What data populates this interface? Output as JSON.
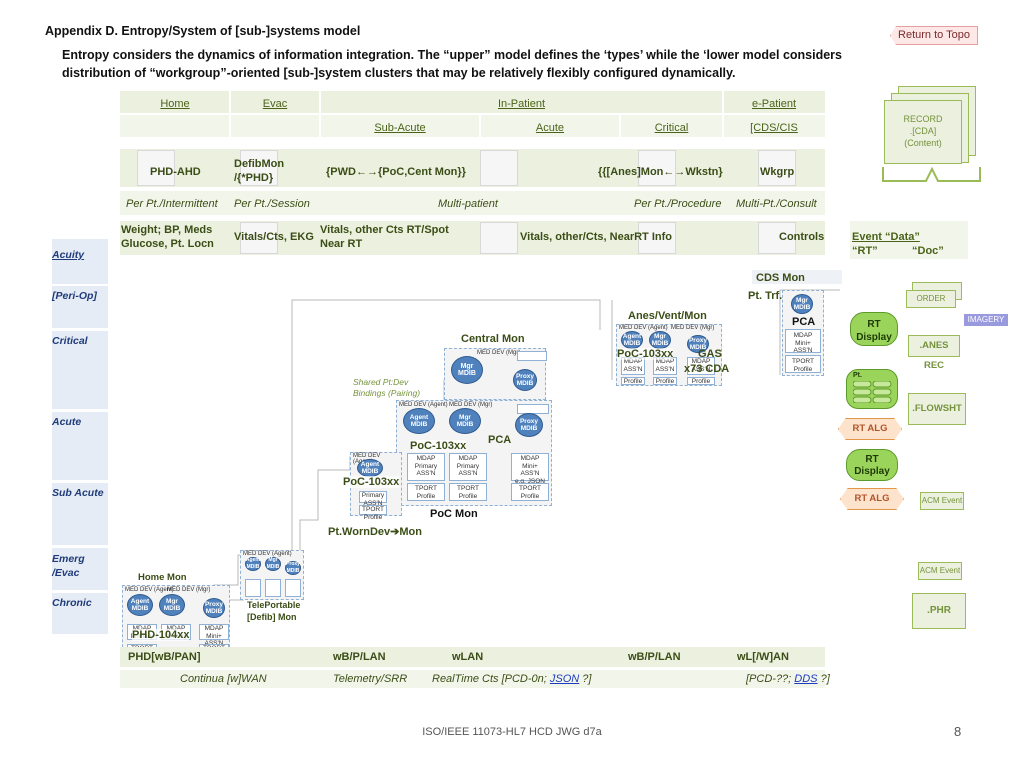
{
  "header": {
    "title": "Appendix D.  Entropy/System of [sub-]systems model",
    "intro": "Entropy considers the dynamics of information integration.  The “upper” model defines the ‘types’ while the ‘lower model considers distribution of “workgroup”-oriented  [sub-]system clusters that may be relatively flexibly configured dynamically.",
    "return_label": "Return to Topo"
  },
  "top_row": {
    "home": "Home",
    "evac": "Evac",
    "inpatient": "In-Patient",
    "epatient": "e-Patient"
  },
  "sub_row": {
    "subacute": "Sub-Acute",
    "acute": "Acute",
    "critical": "Critical",
    "cds": "[CDS/CIS"
  },
  "device_row": {
    "phd": "PHD-AHD",
    "defib": "DefibMon /{*PHD}",
    "pwd_a": "{PWD",
    "pwd_b": "{PoC,Cent Mon}}",
    "anes_a": "{{[Anes]Mon",
    "anes_b": "Wkstn}",
    "wkgrp": "Wkgrp"
  },
  "scope_row": {
    "intermittent": "Per Pt./Intermittent",
    "session": "Per Pt./Session",
    "multi": "Multi-patient",
    "procedure": "Per Pt./Procedure",
    "consult": "Multi-Pt./Consult"
  },
  "data_row": {
    "weight": "Weight; BP, Meds Glucose, Pt. Locn",
    "vitals_ekg": "Vitals/Cts, EKG",
    "vitals_rt": "Vitals, other Cts RT/Spot Near RT",
    "vitals_info": "Vitals, other/Cts, NearRT Info",
    "controls": "Controls"
  },
  "event": {
    "title": "Event “Data”",
    "rt": "“RT”",
    "doc": "“Doc”"
  },
  "record": {
    "l1": "RECORD",
    "l2": ".[CDA]",
    "l3": "(Content)"
  },
  "levels": [
    "Acuity",
    "[Peri-Op]",
    "Critical",
    "Acute",
    "Sub Acute",
    "Emerg /Evac",
    "Chronic"
  ],
  "diagram": {
    "cds_mon": "CDS Mon",
    "pt_trf": "Pt. Trf.",
    "pca_top": "PCA",
    "anes_vent": "Anes/Vent/Mon",
    "poc103_top": "PoC-103xx",
    "gas": "GAS",
    "x73cda": "x73 CDA",
    "central_mon": "Central Mon",
    "shared_a": "Shared Pt:Dev",
    "shared_b": "Bindings (Pairing)",
    "poc103_mid": "PoC-103xx",
    "pca_mid": "PCA",
    "poc103_left": "PoC-103xx",
    "poc_mon": "PoC Mon",
    "pt_worn_a": "Pt.WornDev",
    "pt_worn_b": "Mon",
    "home_mon": "Home Mon",
    "phd104": "PHD-104xx",
    "teleportable": "TelePortable",
    "defib_mon": "[Defib] Mon"
  },
  "tags": {
    "med_dev_agent": "MED DEV (Agent)",
    "med_dev_mgr": "MED DEV (Mgr)",
    "agent_mdib": "Agent MDIB",
    "mgr_mdib": "Mgr MDIB",
    "proxy_mdib": "Proxy MDIB",
    "mdap": "MDAP",
    "primary": "Primary",
    "assn": "ASS'N",
    "tport": "TPORT",
    "profile": "Profile",
    "mdap_mini": "MDAP Mini+",
    "eg_json": "e.g. JSON"
  },
  "right_panel": {
    "order": "ORDER",
    "imagery": "IMAGERY",
    "rt_display": "RT Display",
    "anes_rec": ".ANES REC",
    "pt": "Pt.",
    "flowsht": ".FLOWSHT",
    "rt_alg": "RT ALG",
    "acm_event": "ACM Event",
    "phr": ".PHR"
  },
  "network_row": {
    "phd_wb": "PHD[wB/PAN]",
    "wbp_lan": "wB/P/LAN",
    "wlan": "wLAN",
    "wbp_lan2": "wB/P/LAN",
    "wlw": "wL[/W]AN"
  },
  "protocol_row": {
    "continua": "Continua [w]WAN",
    "telemetry": "Telemetry/SRR",
    "realtime": "RealTime Cts   [PCD-0n; ",
    "json": "JSON",
    "q1": " ?]",
    "pcd_b": "[PCD-??; ",
    "dds": "DDS",
    "q2": " ?]"
  },
  "footer": {
    "text": "ISO/IEEE 11073-HL7 HCD JWG d7a",
    "page": "8"
  },
  "colors": {
    "band": "#ebf1de",
    "accent": "#4f81bd",
    "label": "#3b4d16",
    "pill": "#9bd45a",
    "alg": "#fde3cc"
  }
}
